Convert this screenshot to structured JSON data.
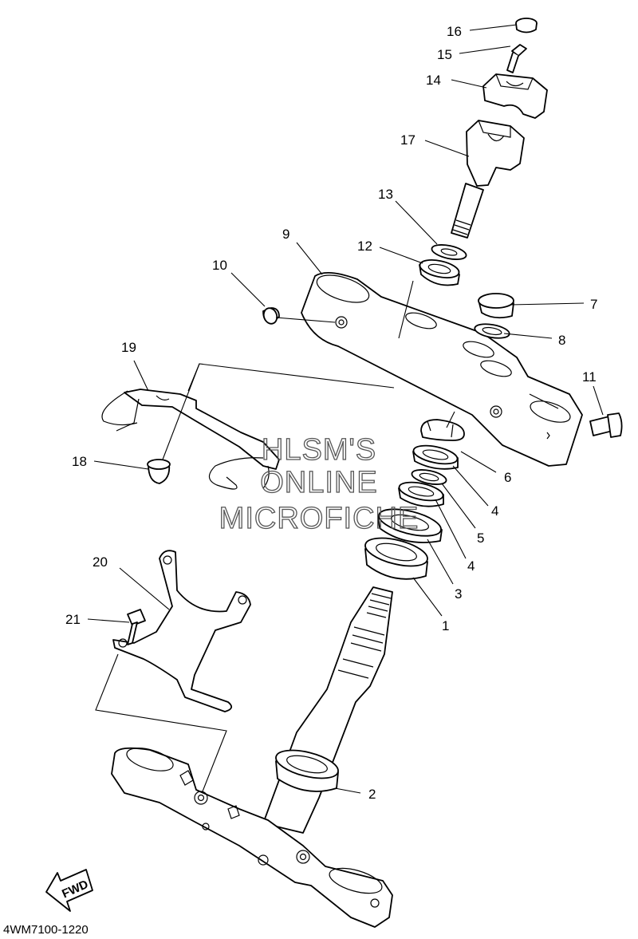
{
  "diagram_code": "4WM7100-1220",
  "watermark": [
    "HLSM'S",
    "ONLINE",
    "MICROFICHE"
  ],
  "fwd_label": "FWD",
  "callouts": [
    "1",
    "2",
    "3",
    "4",
    "4",
    "5",
    "6",
    "7",
    "8",
    "9",
    "10",
    "11",
    "12",
    "13",
    "14",
    "15",
    "16",
    "17",
    "18",
    "19",
    "20",
    "21"
  ]
}
